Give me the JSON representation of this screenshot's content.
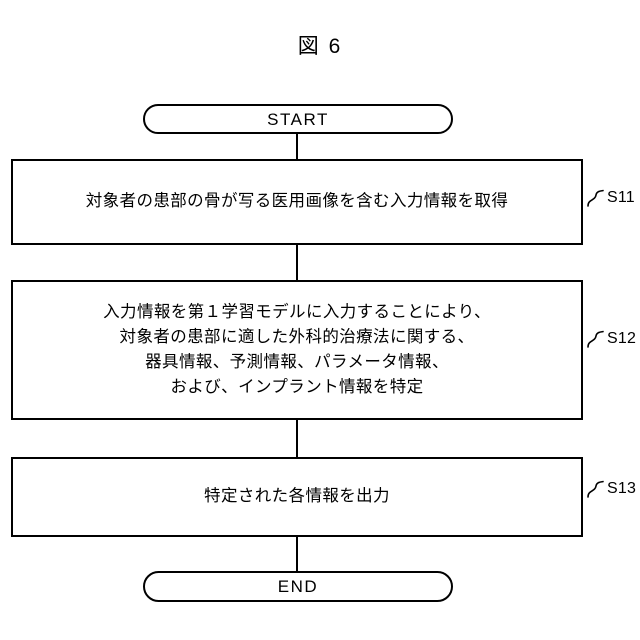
{
  "figure": {
    "title": "図 6",
    "type": "flowchart"
  },
  "flowchart": {
    "start": {
      "label": "START",
      "shape": "stadium"
    },
    "end": {
      "label": "END",
      "shape": "stadium"
    },
    "steps": [
      {
        "ref": "S11",
        "text": "対象者の患部の骨が写る医用画像を含む入力情報を取得",
        "shape": "rectangle"
      },
      {
        "ref": "S12",
        "text": "入力情報を第１学習モデルに入力することにより、\n対象者の患部に適した外科的治療法に関する、\n器具情報、予測情報、パラメータ情報、\nおよび、インプラント情報を特定",
        "shape": "rectangle"
      },
      {
        "ref": "S13",
        "text": "特定された各情報を出力",
        "shape": "rectangle"
      }
    ]
  },
  "style": {
    "line_color": "#000000",
    "background": "#ffffff"
  }
}
